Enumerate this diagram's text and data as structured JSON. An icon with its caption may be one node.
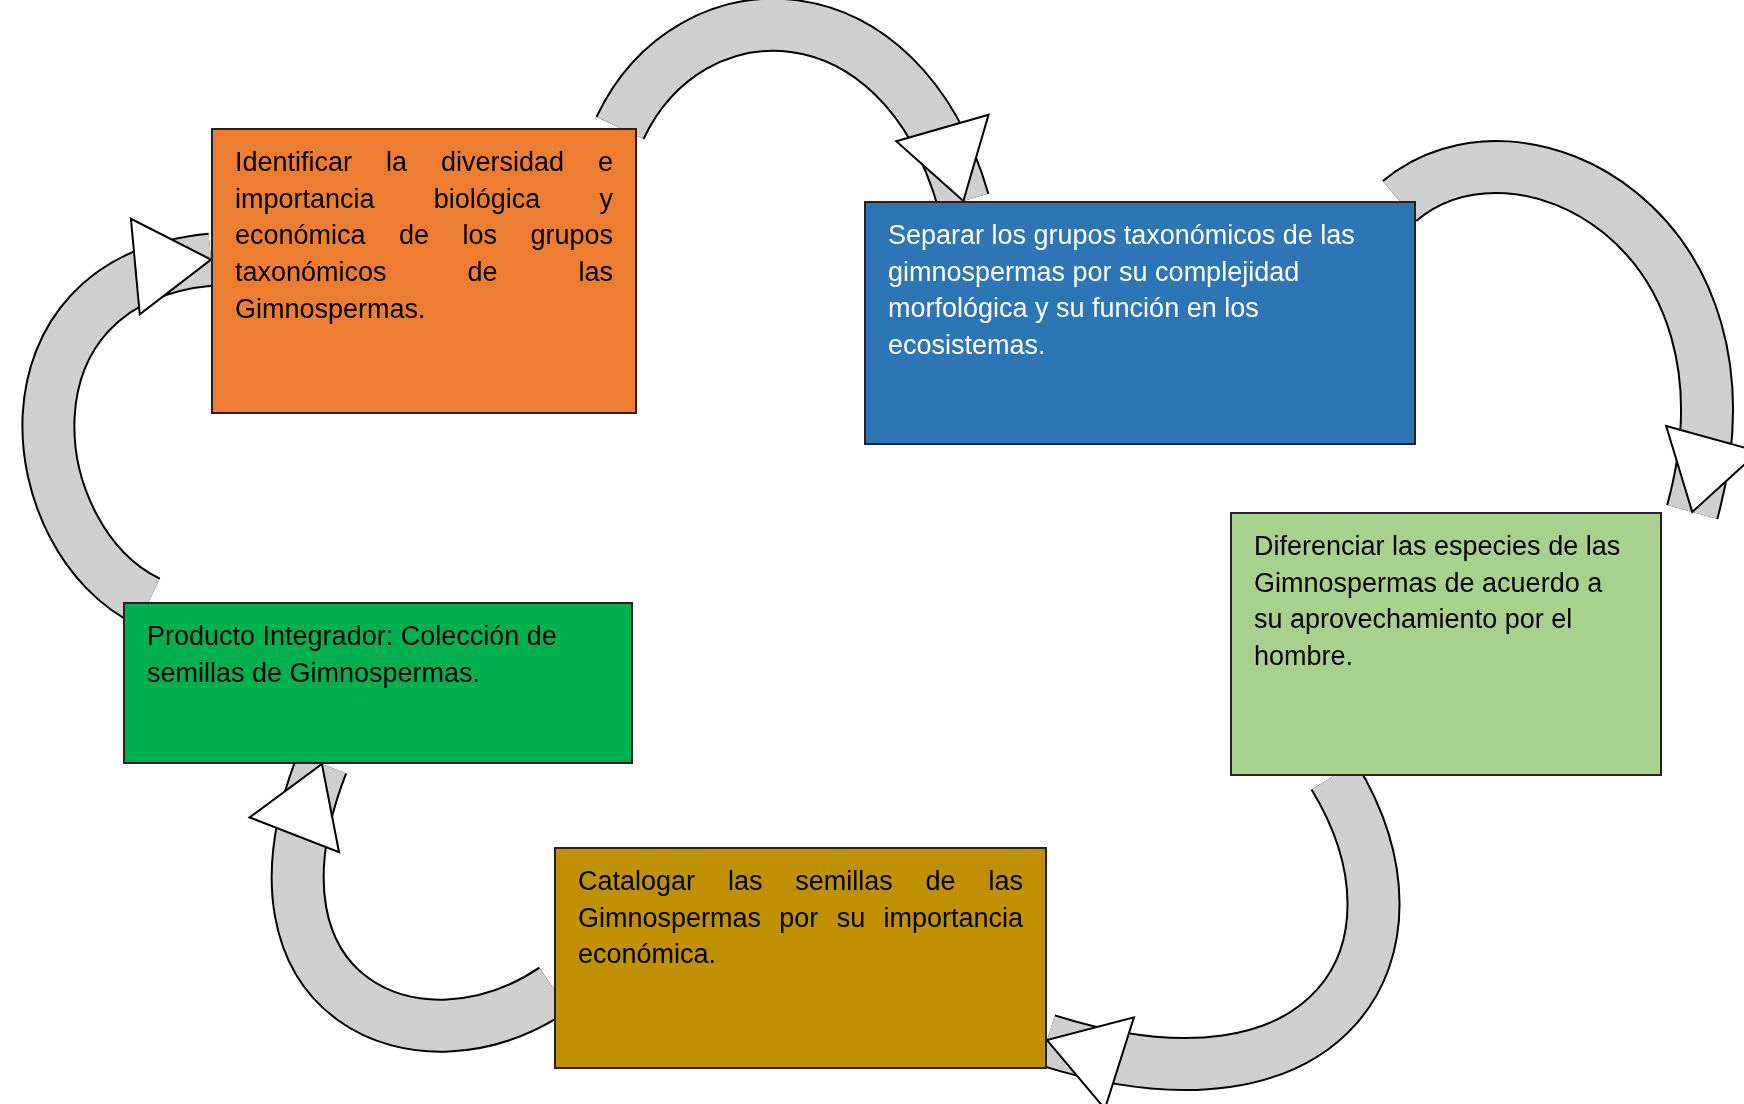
{
  "diagram": {
    "nodes": [
      {
        "text": [
          "Identificar la diversidad e importancia biológica y económica de los grupos taxonómicos de las Gimnospermas."
        ]
      },
      {
        "text": [
          "Separar los grupos taxonómicos de las gimnospermas por su complejidad morfológica y su función en los ecosistemas."
        ]
      },
      {
        "text": [
          "Diferenciar las especies de las Gimnospermas de acuerdo a su aprovechamiento por el hombre."
        ]
      },
      {
        "text": [
          "Catalogar las semillas de las Gimnospermas por su importancia económica."
        ]
      },
      {
        "text": [
          "Producto Integrador: Colección de semillas de Gimnospermas."
        ]
      }
    ],
    "edges": [
      {
        "from": 0,
        "to": 1,
        "arrow": "to"
      },
      {
        "from": 1,
        "to": 2,
        "arrow": "to"
      },
      {
        "from": 2,
        "to": 3,
        "arrow": "to"
      },
      {
        "from": 3,
        "to": 4,
        "arrow": "to"
      },
      {
        "from": 4,
        "to": 0,
        "arrow": "to"
      }
    ]
  }
}
